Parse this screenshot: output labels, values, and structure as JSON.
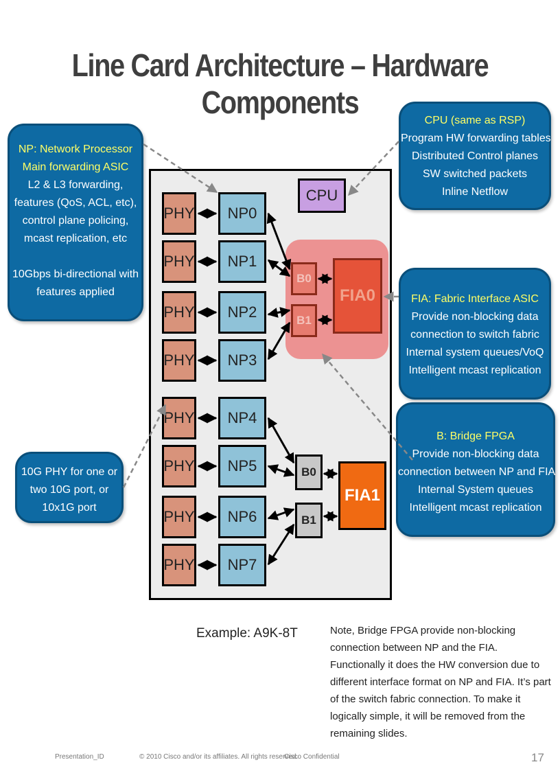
{
  "title": "Line Card Architecture – Hardware Components",
  "callouts": {
    "np": {
      "heading": [
        "NP: Network Processor",
        "Main forwarding  ASIC"
      ],
      "lines": [
        "L2 & L3 forwarding,",
        "features (QoS, ACL, etc),",
        "control plane policing,",
        "mcast replication, etc",
        "",
        "10Gbps bi-directional with",
        "features applied"
      ]
    },
    "cpu": {
      "heading": [
        "CPU (same as RSP)"
      ],
      "lines": [
        "Program HW forwarding tables",
        "Distributed Control planes",
        "SW switched packets",
        "Inline Netflow"
      ]
    },
    "fia": {
      "heading": [
        "FIA: Fabric Interface ASIC"
      ],
      "lines": [
        "Provide non-blocking data",
        "connection to switch fabric",
        "Internal  system queues/VoQ",
        "Intelligent mcast replication"
      ]
    },
    "bridge": {
      "heading": [
        "B: Bridge FPGA"
      ],
      "lines": [
        "Provide non-blocking data",
        "connection between NP and FIA",
        "Internal System queues",
        "Intelligent mcast replication"
      ]
    },
    "phy": {
      "lines": [
        "10G PHY for one or",
        "two  10G port, or",
        "10x1G port"
      ]
    }
  },
  "diagram": {
    "phy_label": "PHY",
    "np_labels": [
      "NP0",
      "NP1",
      "NP2",
      "NP3",
      "NP4",
      "NP5",
      "NP6",
      "NP7"
    ],
    "cpu_label": "CPU",
    "fia0_label": "FIA0",
    "fia1_label": "FIA1",
    "b0_label": "B0",
    "b1_label": "B1"
  },
  "example": "Example: A9K-8T",
  "note": "Note, Bridge FPGA  provide non-blocking connection between NP and the FIA. Functionally it does the HW conversion due to different interface format on NP and FIA. It’s part of the switch fabric connection. To make it logically simple, it will be removed from the remaining slides.",
  "footer": {
    "presentation_id": "Presentation_ID",
    "copyright": "© 2010 Cisco and/or its affiliates. All rights reserved.",
    "confidential": "Cisco Confidential",
    "page": "17"
  }
}
